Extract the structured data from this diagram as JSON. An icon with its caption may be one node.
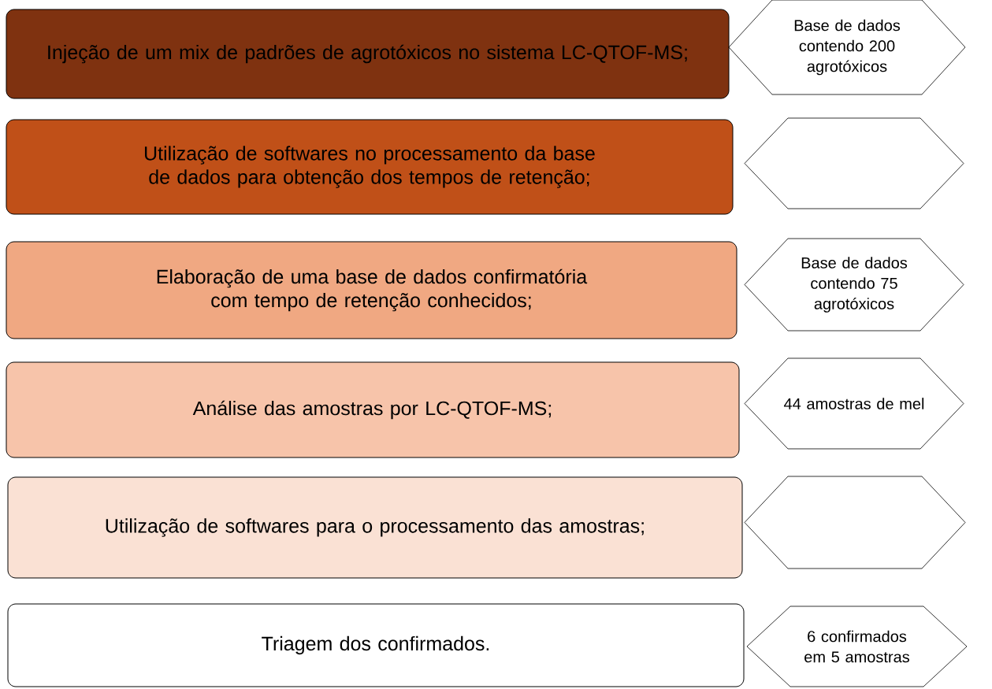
{
  "diagram": {
    "nodes": [
      {
        "text": [
          "Injeção de um mix de padrões de agrotóxicos no sistema LC-QTOF-MS;"
        ]
      },
      {
        "text": [
          "Base de dados contendo 200 agrotóxicos"
        ]
      },
      {
        "text": [
          "Utilização de softwares no processamento da base de dados para obtenção dos tempos de retenção;"
        ]
      },
      {
        "text": [],
        "shape": "hexagon"
      },
      {
        "text": [
          "Elaboração de uma base de dados confirmatória com tempo de retenção conhecidos;"
        ]
      },
      {
        "text": [
          "Base de dados contendo 75 agrotóxicos"
        ]
      },
      {
        "text": [
          "Análise das amostras por LC-QTOF-MS;"
        ]
      },
      {
        "text": [
          "44 amostras de mel"
        ]
      },
      {
        "text": [
          "Utilização de softwares para o processamento das amostras;"
        ]
      },
      {
        "text": [],
        "shape": "hexagon"
      },
      {
        "text": [
          "Triagem dos confirmados."
        ]
      },
      {
        "text": [
          "6 confirmados em 5 amostras"
        ]
      }
    ]
  }
}
